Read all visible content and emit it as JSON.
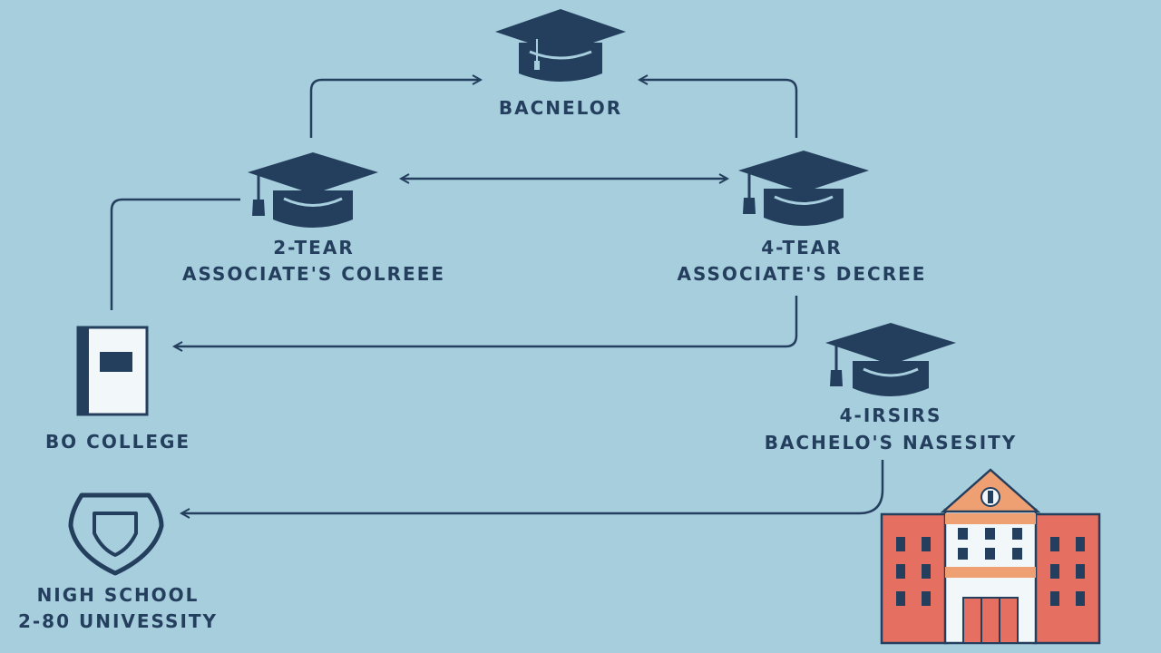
{
  "nodes": {
    "bachelor": {
      "label": "BACNELOR",
      "icon": "graduation-cap-icon"
    },
    "two_year": {
      "line1": "2-TEAR",
      "line2": "ASSOCIATE'S COLREEE",
      "icon": "graduation-cap-icon"
    },
    "four_year": {
      "line1": "4-TEAR",
      "line2": "ASSOCIATE'S DECREE",
      "icon": "graduation-cap-icon"
    },
    "no_college": {
      "label": "BO COLLEGE",
      "icon": "book-icon"
    },
    "four_years_bachelor": {
      "line1": "4-IRSIRS",
      "line2": "BACHELO'S NASESITY",
      "icon": "graduation-cap-icon"
    },
    "high_school": {
      "line1": "NIGH SCHOOL",
      "line2": "2-80 UNIVESSITY",
      "icon": "shield-icon"
    },
    "university": {
      "icon": "university-building-icon"
    }
  },
  "colors": {
    "background": "#a7cedd",
    "ink": "#243e5e",
    "building_red": "#e57061",
    "building_orange": "#efa073"
  }
}
